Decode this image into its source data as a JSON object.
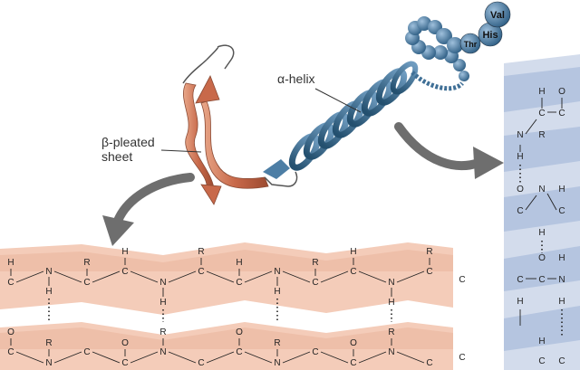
{
  "labels": {
    "alpha_helix": "α-helix",
    "beta_line1": "β-pleated",
    "beta_line2": "sheet"
  },
  "residues": [
    "Val",
    "His",
    "Thr"
  ],
  "atoms": {
    "carbon": "C",
    "nitrogen": "N",
    "hydrogen": "H",
    "oxygen": "O",
    "r_group": "R"
  },
  "colors": {
    "sheet_band": "#f2c9b4",
    "sheet_band_dark": "#e8b39a",
    "helix_band": "#c6d2e6",
    "helix_band_dark": "#aebfdc",
    "helix_ribbon": "#3f6f96",
    "strand": "#c8694a",
    "arrow": "#6b6b6b"
  }
}
